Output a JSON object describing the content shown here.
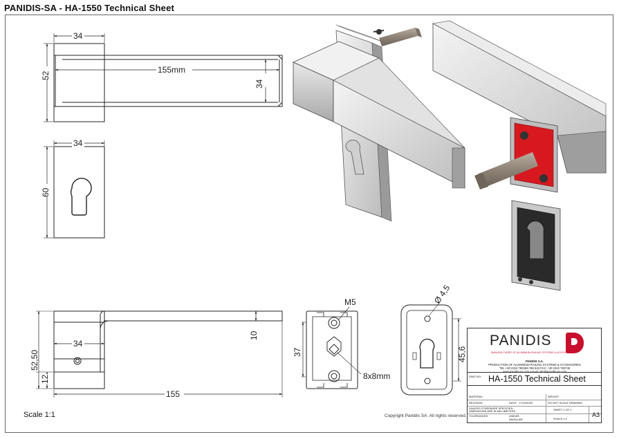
{
  "header": {
    "title": "PANIDIS-SA  - HA-1550 Technical Sheet"
  },
  "dimensions": {
    "top_view_width": "34",
    "top_view_height": "52",
    "top_view_length": "155mm",
    "top_view_lever_height": "34",
    "rose_width": "34",
    "rose_height": "60",
    "side_view_rose_width": "34",
    "side_view_total_height": "52,50",
    "side_view_rose_depth": "12",
    "side_view_length": "155",
    "side_view_lever_thickness": "10",
    "back_thread": "M5",
    "back_height": "37",
    "back_spindle": "8x8mm",
    "front_hole": "Ø 4,5",
    "front_height": "45,6"
  },
  "footer": {
    "scale": "Scale 1:1",
    "copyright": "Copyright Panidis SA.  All rights reserved."
  },
  "title_block": {
    "logo": "PANIDIS",
    "tagline": "MANUFACTURER OF ALUMINIUM RAILING SYSTEMS & ACCESSORIES",
    "company_name": "PANIDIS S.A.",
    "company_line1": "PRODUCTION OF ALUMINIUM RAILING SYSTEMS & ACCESSORIES",
    "company_line2": "TEL:+30 2310 780353-788 610  FAX: +30 2310 783748",
    "company_line3": "www.panidis-sa.com  e-mail: info@panidis-sa.com",
    "dwg_no_label": "DWG NO:",
    "dwg_no": "HA-1550 Technical Sheet",
    "material_label": "MATERIAL:",
    "weight_label": "WEIGHT:",
    "revision_label": "REVISION:",
    "date_label": "DATE:",
    "date_value": "17/10/2020",
    "do_not_scale": "DO NOT SCALE DRAWING",
    "unless_note1": "UNLESS OTHERWISE SPECIFIED:",
    "unless_note2": "DIMENSIONS ARE IN MILLIMETERS",
    "sheet": "SHEET 1 OF 1",
    "tolerances_label": "TOLERANCES:",
    "linear_label": "LINEAR:",
    "angular_label": "ANGULAR:",
    "scale": "SCALE:1:1",
    "size": "A3"
  }
}
